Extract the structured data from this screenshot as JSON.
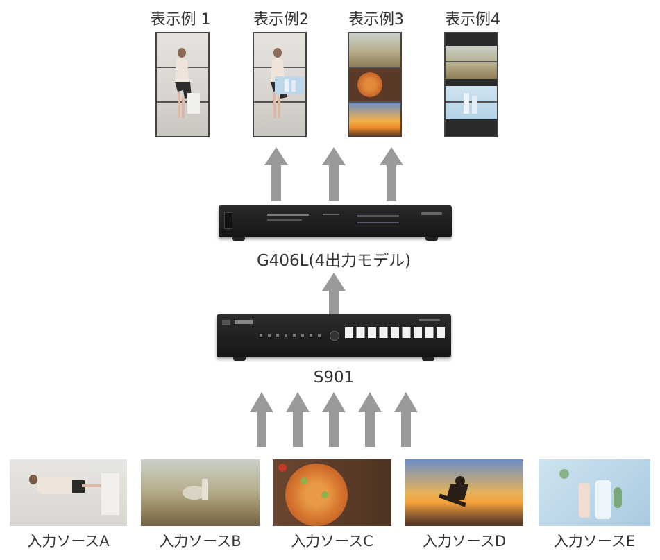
{
  "examples": [
    {
      "label": "表示例 1"
    },
    {
      "label": "表示例2"
    },
    {
      "label": "表示例3"
    },
    {
      "label": "表示例4"
    }
  ],
  "devices": {
    "g406l": {
      "label": "G406L(4出力モデル)"
    },
    "s901": {
      "label": "S901"
    }
  },
  "sources": [
    {
      "label": "入力ソースA"
    },
    {
      "label": "入力ソースB"
    },
    {
      "label": "入力ソースC"
    },
    {
      "label": "入力ソースD"
    },
    {
      "label": "入力ソースE"
    }
  ],
  "colors": {
    "arrow": "#9a9a9a",
    "device": "#1e1e1e",
    "text": "#333333"
  }
}
